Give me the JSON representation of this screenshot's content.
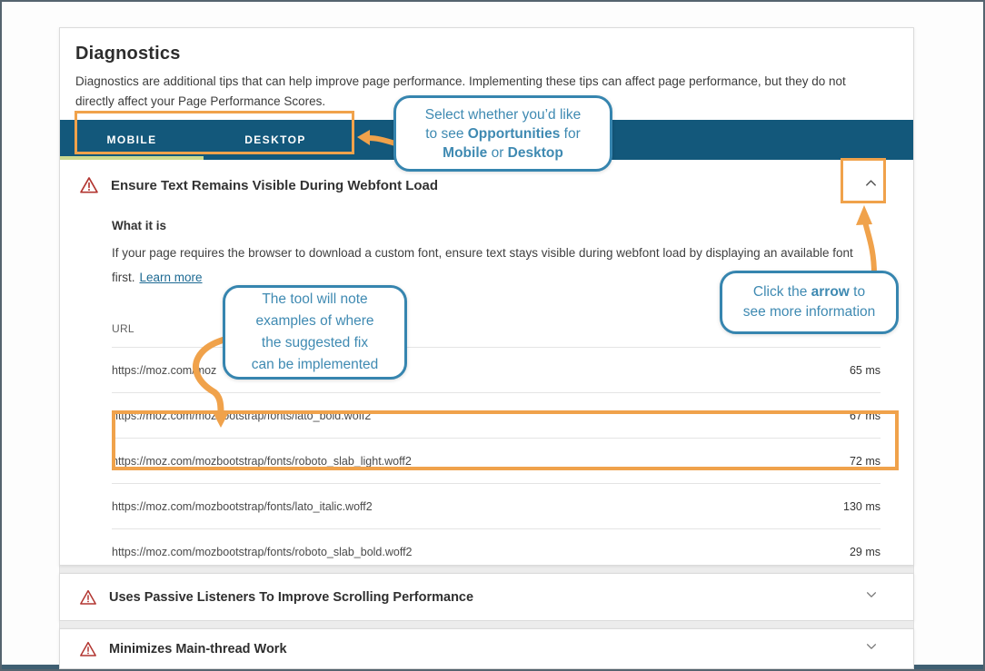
{
  "page": {
    "title": "Diagnostics",
    "description_line1": "Diagnostics are additional tips that can help improve page performance. Implementing these tips can affect page performance, but they do not",
    "description_line2": "directly affect your Page Performance Scores."
  },
  "tabs": {
    "items": [
      {
        "label": "MOBILE",
        "active": true
      },
      {
        "label": "DESKTOP",
        "active": false
      }
    ]
  },
  "diagnostic": {
    "title": "Ensure Text Remains Visible During Webfont Load",
    "what_it_is_label": "What it is",
    "body_line1": "If your page requires the browser to download a custom font, ensure text stays visible during webfont load by displaying an available font",
    "body_line2": "first.",
    "learn_more_label": "Learn more",
    "table": {
      "url_header": "URL",
      "rows": [
        {
          "url": "https://moz.com/moz",
          "time": "65 ms"
        },
        {
          "url": "https://moz.com/mozbootstrap/fonts/lato_bold.woff2",
          "time": "67 ms"
        },
        {
          "url": "https://moz.com/mozbootstrap/fonts/roboto_slab_light.woff2",
          "time": "72 ms",
          "highlighted": true
        },
        {
          "url": "https://moz.com/mozbootstrap/fonts/lato_italic.woff2",
          "time": "130 ms"
        },
        {
          "url": "https://moz.com/mozbootstrap/fonts/roboto_slab_bold.woff2",
          "time": "29 ms"
        }
      ]
    }
  },
  "sections": [
    {
      "title": "Uses Passive Listeners To Improve Scrolling Performance"
    },
    {
      "title": "Minimizes Main-thread Work"
    }
  ],
  "callouts": {
    "select": {
      "line1": "Select whether you’d like",
      "line2_pre": "to see ",
      "line2_bold": "Opportunities",
      "line2_post": " for",
      "line3_bold1": "Mobile",
      "line3_mid": " or ",
      "line3_bold2": "Desktop"
    },
    "arrow": {
      "line1_pre": "Click the ",
      "line1_bold": "arrow",
      "line1_post": " to",
      "line2": "see more information"
    },
    "tool": {
      "line1": "The tool will note",
      "line2": "examples of where",
      "line3": "the suggested fix",
      "line4": "can be implemented"
    }
  },
  "icons": {
    "warning": "triangle-exclamation",
    "collapse": "chevron-up",
    "expand": "chevron-down"
  },
  "colors": {
    "annotation_orange": "#F0A24B",
    "header_teal": "#13587B",
    "callout_blue": "#3685AF",
    "callout_text_blue": "#3F8AB2",
    "active_tab_green": "#CCD98F",
    "warning_red": "#B23530",
    "link_teal": "#1D6A93"
  }
}
